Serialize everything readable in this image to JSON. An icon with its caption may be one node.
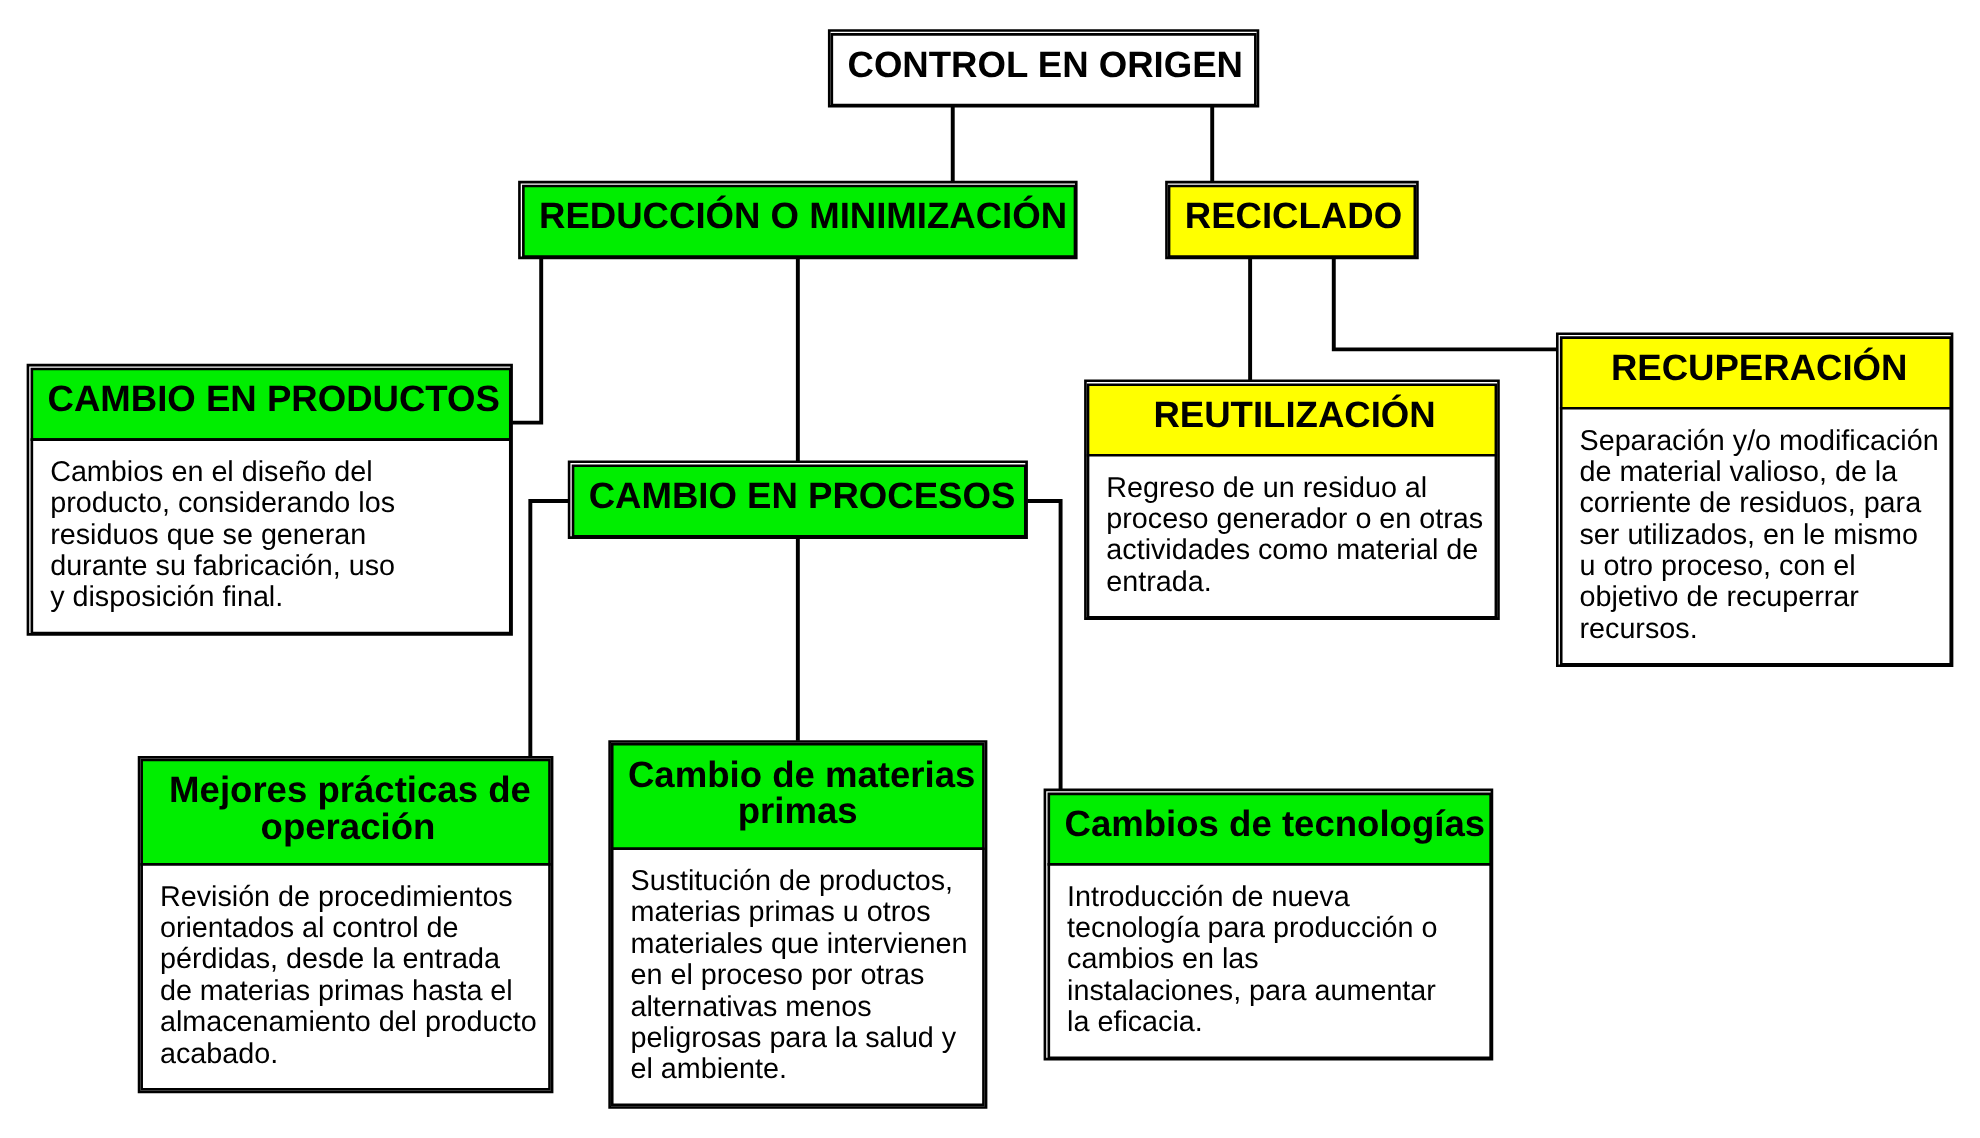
{
  "diagram": {
    "nodes": [
      {
        "text": [
          "CONTROL EN ORIGEN"
        ]
      },
      {
        "text": [
          "REDUCCIÓN O MINIMIZACIÓN"
        ]
      },
      {
        "text": [
          "RECICLADO"
        ]
      },
      {
        "text": [
          "CAMBIO EN PRODUCTOS",
          "Cambios en el diseño del producto, considerando los residuos que se generan durante su fabricación, uso y disposición final."
        ]
      },
      {
        "text": [
          "CAMBIO EN PROCESOS"
        ]
      },
      {
        "text": [
          "REUTILIZACIÓN",
          "Regreso de un residuo al proceso generador o en otras actividades como material de entrada."
        ]
      },
      {
        "text": [
          "RECUPERACIÓN",
          "Separación y/o modificación de material valioso, de la corriente de residuos, para ser utilizados, en le mismo u otro proceso, con el objetivo de recuperrar recursos."
        ]
      },
      {
        "text": [
          "Mejores prácticas de operación",
          "Revisión de procedimientos orientados al control de pérdidas, desde la entrada de materias primas hasta el almacenamiento del producto acabado."
        ]
      },
      {
        "text": [
          "Cambio de materias primas",
          "Sustitución de productos, materias primas u otros materiales que intervienen en el proceso por otras alternativas menos peligrosas para la salud y el ambiente."
        ]
      },
      {
        "text": [
          "Cambios de tecnologías",
          "Introducción de nueva tecnología para producción o cambios en las instalaciones, para aumentar la eficacia."
        ]
      }
    ],
    "edges": [
      {
        "from": 0,
        "to": 1,
        "arrow": "none"
      },
      {
        "from": 0,
        "to": 2,
        "arrow": "none"
      },
      {
        "from": 1,
        "to": 3,
        "arrow": "none"
      },
      {
        "from": 1,
        "to": 4,
        "arrow": "none"
      },
      {
        "from": 2,
        "to": 5,
        "arrow": "none"
      },
      {
        "from": 2,
        "to": 6,
        "arrow": "none"
      },
      {
        "from": 4,
        "to": 7,
        "arrow": "none"
      },
      {
        "from": 4,
        "to": 8,
        "arrow": "none"
      },
      {
        "from": 4,
        "to": 9,
        "arrow": "none"
      }
    ]
  }
}
